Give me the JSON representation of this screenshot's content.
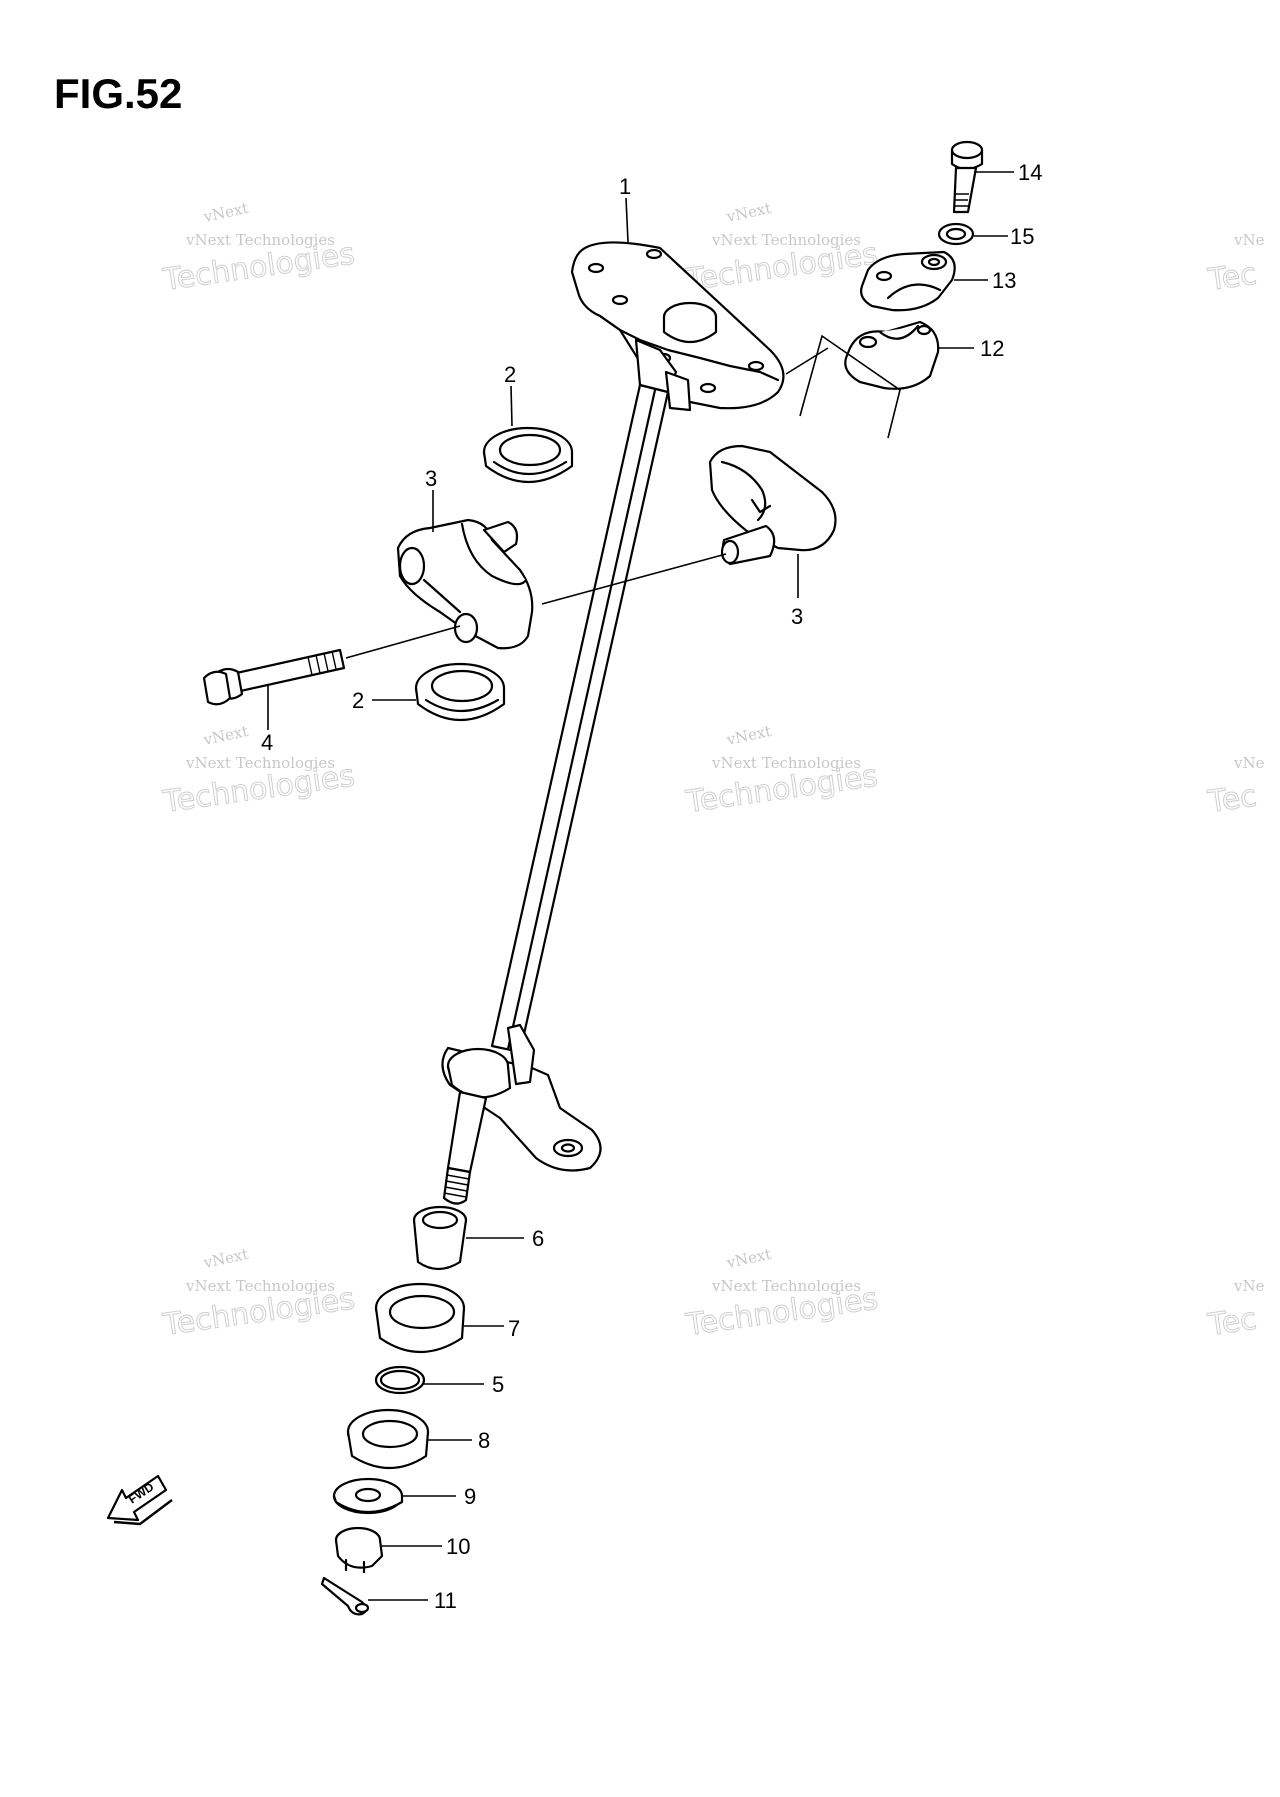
{
  "figure": {
    "title": "FIG.52"
  },
  "parts": [
    {
      "ref": "1",
      "label": "1"
    },
    {
      "ref": "2a",
      "label": "2"
    },
    {
      "ref": "2b",
      "label": "2"
    },
    {
      "ref": "3a",
      "label": "3"
    },
    {
      "ref": "3b",
      "label": "3"
    },
    {
      "ref": "4",
      "label": "4"
    },
    {
      "ref": "5",
      "label": "5"
    },
    {
      "ref": "6",
      "label": "6"
    },
    {
      "ref": "7",
      "label": "7"
    },
    {
      "ref": "8",
      "label": "8"
    },
    {
      "ref": "9",
      "label": "9"
    },
    {
      "ref": "10",
      "label": "10"
    },
    {
      "ref": "11",
      "label": "11"
    },
    {
      "ref": "12",
      "label": "12"
    },
    {
      "ref": "13",
      "label": "13"
    },
    {
      "ref": "14",
      "label": "14"
    },
    {
      "ref": "15",
      "label": "15"
    }
  ],
  "direction_arrow": {
    "label": "FWD",
    "icon": "forward-arrow-icon"
  },
  "watermark": {
    "line_top": "vNext",
    "line_mid": "vNext Technologies",
    "line_big": "Technologies",
    "edge_top": "vNe",
    "edge_big": "Tec"
  }
}
